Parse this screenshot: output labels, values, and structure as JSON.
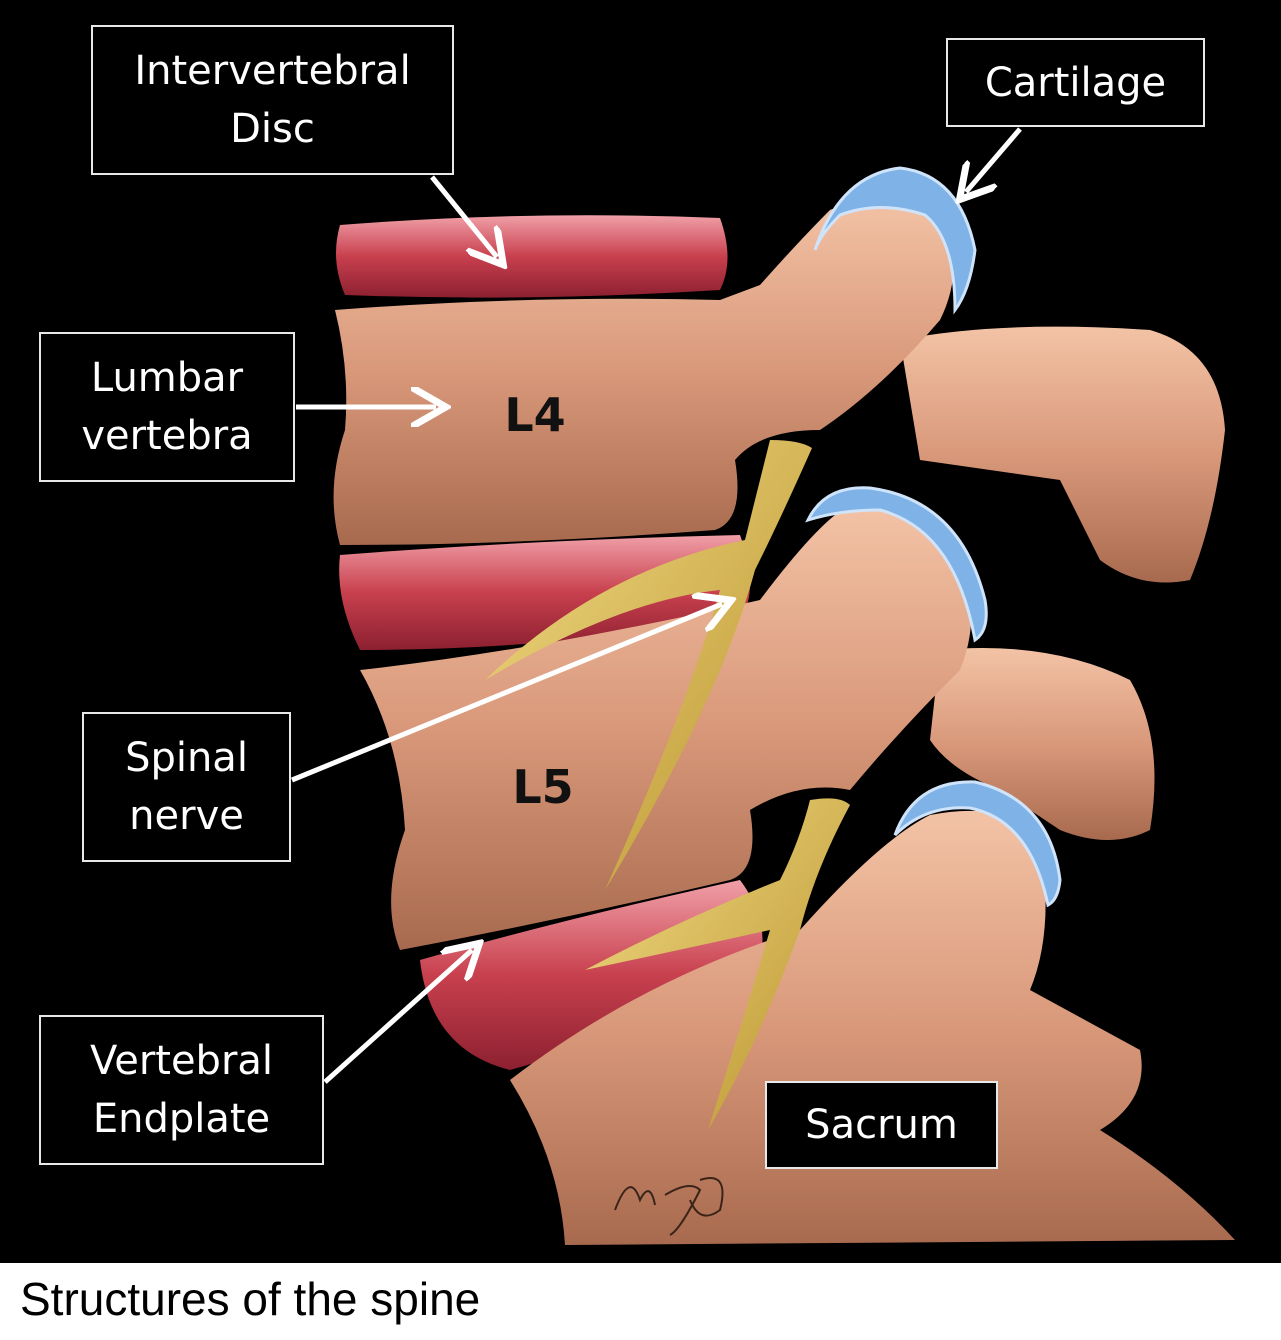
{
  "labels": {
    "intervertebral_disc": [
      "Intervertebral",
      "Disc"
    ],
    "cartilage": "Cartilage",
    "lumbar_vertebra": [
      "Lumbar",
      "vertebra"
    ],
    "spinal_nerve": [
      "Spinal",
      "nerve"
    ],
    "vertebral_endplate": [
      "Vertebral",
      "Endplate"
    ],
    "sacrum": "Sacrum"
  },
  "vertebra_labels": {
    "l4": "L4",
    "l5": "L5"
  },
  "caption": "Structures of the spine",
  "colors": {
    "bone": "#d9987a",
    "disc": "#c8404e",
    "cartilage": "#7fb2e6",
    "nerve": "#d9b84a",
    "background": "#000000"
  }
}
